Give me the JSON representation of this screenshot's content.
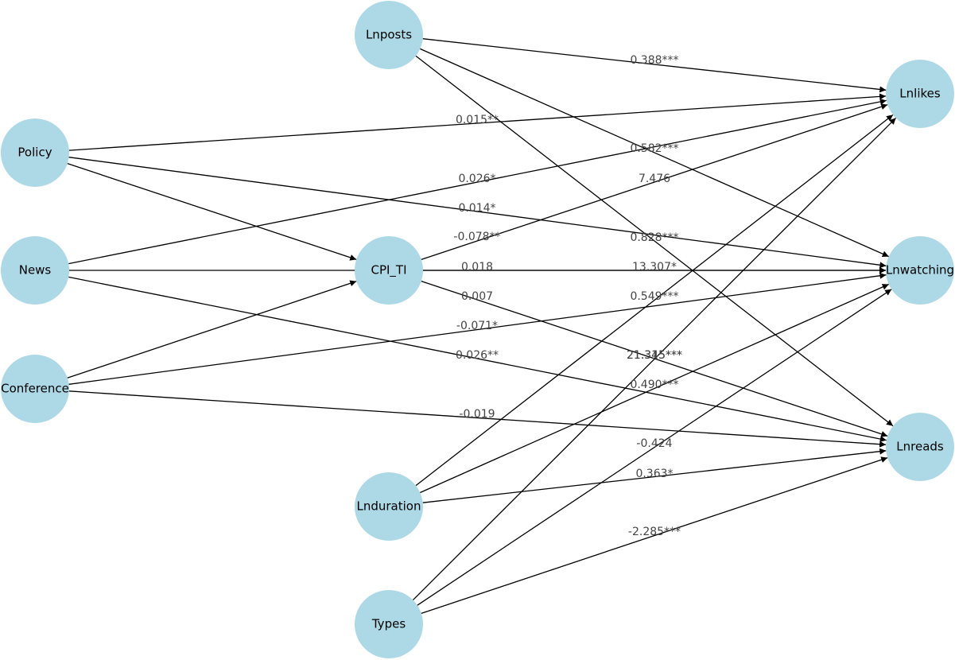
{
  "nodes": [
    {
      "id": "Lnposts",
      "label": "Lnposts"
    },
    {
      "id": "Policy",
      "label": "Policy"
    },
    {
      "id": "News",
      "label": "News"
    },
    {
      "id": "Conference",
      "label": "Conference"
    },
    {
      "id": "CPI_TI",
      "label": "CPI_TI"
    },
    {
      "id": "Lnduration",
      "label": "Lnduration"
    },
    {
      "id": "Types",
      "label": "Types"
    },
    {
      "id": "Lnlikes",
      "label": "Lnlikes"
    },
    {
      "id": "Lnwatching",
      "label": "Lnwatching"
    },
    {
      "id": "Lnreads",
      "label": "Lnreads"
    }
  ],
  "edges": [
    {
      "source": "Lnposts",
      "target": "Lnlikes",
      "label": "0.388***"
    },
    {
      "source": "Lnposts",
      "target": "Lnwatching",
      "label": "0.582***"
    },
    {
      "source": "Lnposts",
      "target": "Lnreads",
      "label": "21.315***"
    },
    {
      "source": "Policy",
      "target": "Lnlikes",
      "label": "0.015**"
    },
    {
      "source": "Policy",
      "target": "Lnwatching",
      "label": "0.014*"
    },
    {
      "source": "Policy",
      "target": "CPI_TI",
      "label": ""
    },
    {
      "source": "News",
      "target": "Lnlikes",
      "label": "0.026*"
    },
    {
      "source": "News",
      "target": "Lnwatching",
      "label": "0.018"
    },
    {
      "source": "News",
      "target": "Lnreads",
      "label": "0.026**"
    },
    {
      "source": "Conference",
      "target": "Lnwatching",
      "label": "-0.071*"
    },
    {
      "source": "Conference",
      "target": "Lnreads",
      "label": "-0.019"
    },
    {
      "source": "Conference",
      "target": "CPI_TI",
      "label": ""
    },
    {
      "source": "CPI_TI",
      "target": "Lnlikes",
      "label": "-0.078**"
    },
    {
      "source": "CPI_TI",
      "target": "Lnwatching",
      "label": "0.007"
    },
    {
      "source": "CPI_TI",
      "target": "Lnreads",
      "label": ""
    },
    {
      "source": "Lnduration",
      "target": "Lnlikes",
      "label": "7.476"
    },
    {
      "source": "Lnduration",
      "target": "Lnwatching",
      "label": "0.828***"
    },
    {
      "source": "Lnduration",
      "target": "Lnreads",
      "label": "0.363*"
    },
    {
      "source": "Types",
      "target": "Lnlikes",
      "label": "13.307*"
    },
    {
      "source": "Types",
      "target": "Lnwatching",
      "label": "0.549***"
    },
    {
      "source": "Types",
      "target": "Lnreads",
      "label": "-2.285***"
    }
  ],
  "extra_labels": [
    {
      "text": "21.345***"
    },
    {
      "text": "0.490***"
    },
    {
      "text": "-0.424"
    }
  ],
  "colors": {
    "node_fill": "#add8e6",
    "edge": "#000000",
    "edge_label": "#444444"
  }
}
